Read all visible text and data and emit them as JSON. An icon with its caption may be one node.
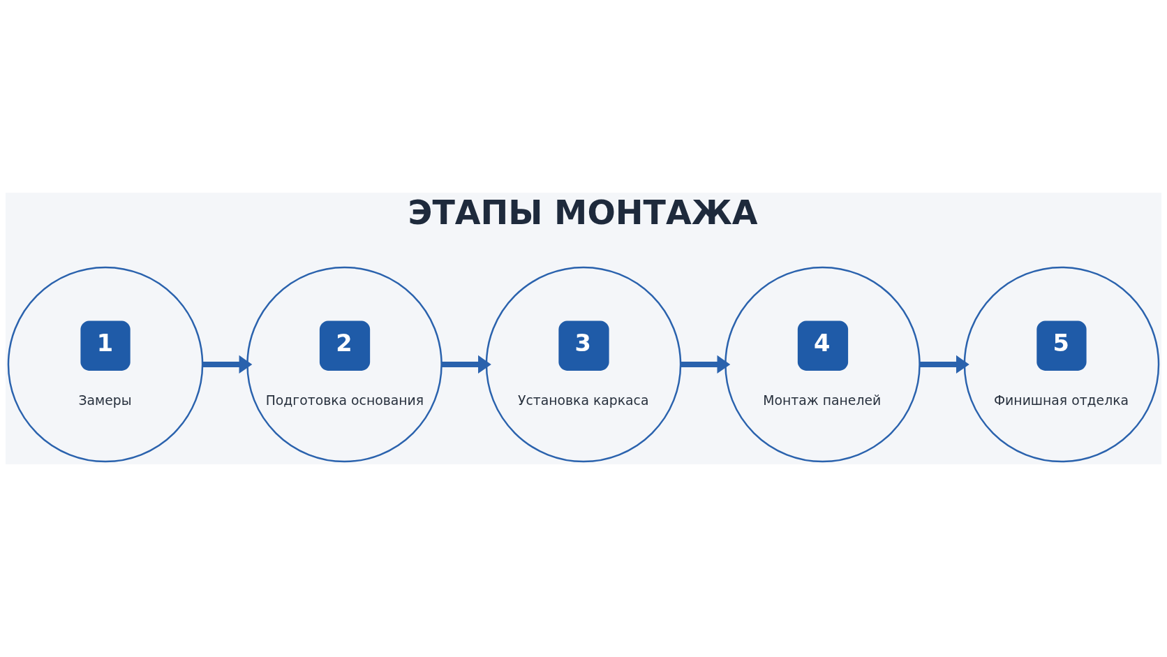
{
  "diagram": {
    "title": "ЭТАПЫ МОНТАЖА",
    "nodes": [
      {
        "text": [
          "1",
          "Замеры"
        ]
      },
      {
        "text": [
          "2",
          "Подготовка основания"
        ]
      },
      {
        "text": [
          "3",
          "Установка каркаса"
        ]
      },
      {
        "text": [
          "4",
          "Монтаж панелей"
        ]
      },
      {
        "text": [
          "5",
          "Финишная отделка"
        ]
      }
    ],
    "edges": [
      {
        "from": 0,
        "to": 1,
        "arrow": "to"
      },
      {
        "from": 1,
        "to": 2,
        "arrow": "to"
      },
      {
        "from": 2,
        "to": 3,
        "arrow": "to"
      },
      {
        "from": 3,
        "to": 4,
        "arrow": "to"
      }
    ]
  }
}
